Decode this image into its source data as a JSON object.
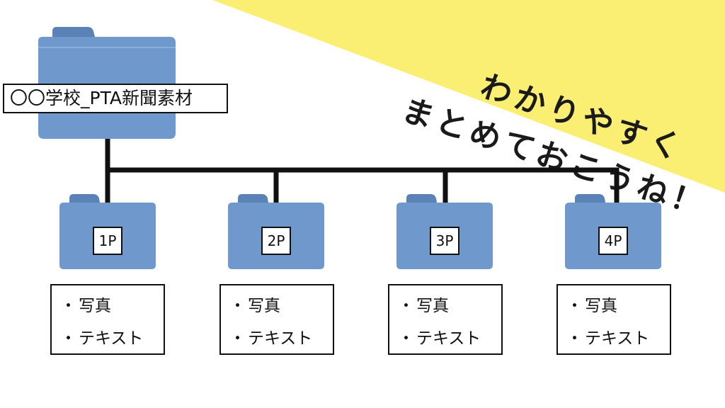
{
  "banner": {
    "line1": "わかりやすく",
    "line2": "まとめておこうね！",
    "color": "#fbef73"
  },
  "root": {
    "label": "〇〇学校_PTA新聞素材"
  },
  "folder_color": "#6f99cc",
  "folder_tab_color": "#5b82b7",
  "line_color": "#111111",
  "pages": [
    {
      "label": "1P",
      "items": [
        "写真",
        "テキスト"
      ]
    },
    {
      "label": "2P",
      "items": [
        "写真",
        "テキスト"
      ]
    },
    {
      "label": "3P",
      "items": [
        "写真",
        "テキスト"
      ]
    },
    {
      "label": "4P",
      "items": [
        "写真",
        "テキスト"
      ]
    }
  ],
  "bullet": "・"
}
